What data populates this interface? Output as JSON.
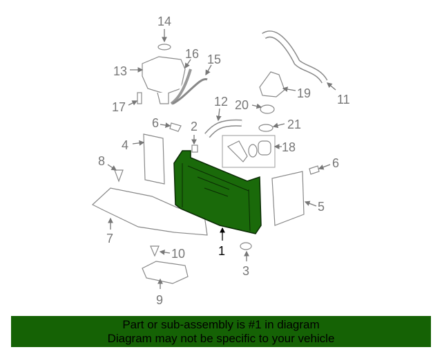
{
  "diagram": {
    "callouts": [
      "14",
      "16",
      "15",
      "13",
      "11",
      "19",
      "12",
      "20",
      "21",
      "17",
      "6",
      "2",
      "4",
      "18",
      "8",
      "6",
      "5",
      "7",
      "1",
      "10",
      "3",
      "9"
    ],
    "highlight_part": "1",
    "highlight_color": "#1a6a0a"
  },
  "banner": {
    "line1": "Part or sub-assembly is #1 in diagram",
    "line2": "Diagram may not be specific to your vehicle",
    "color": "#156205"
  }
}
